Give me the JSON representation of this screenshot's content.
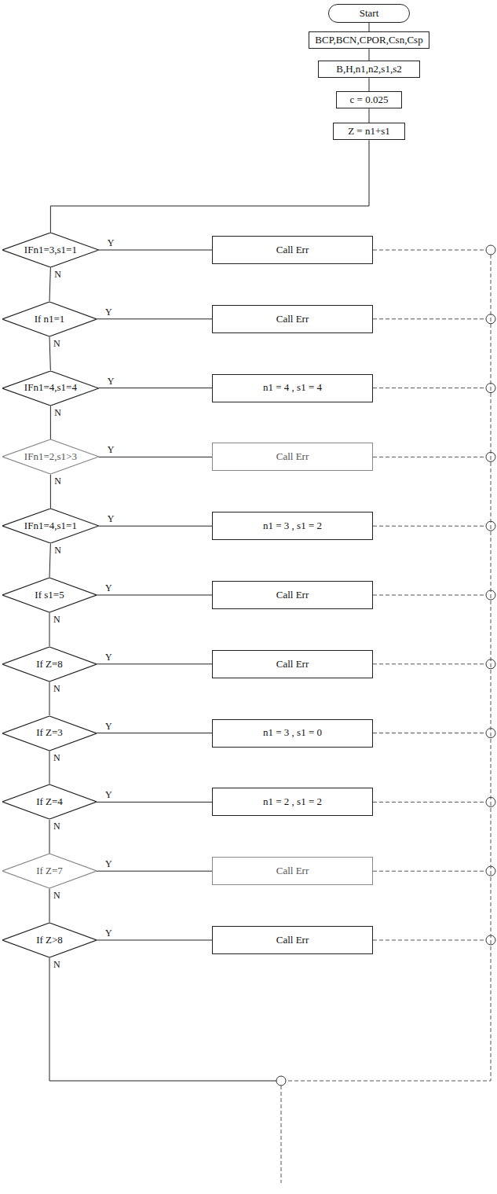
{
  "diagram": {
    "nodes": [
      {
        "text": [
          "Start"
        ]
      },
      {
        "text": [
          "BCP,BCN,CPOR,Csn,Csp"
        ]
      },
      {
        "text": [
          "B,H,n1,n2,s1,s2"
        ]
      },
      {
        "text": [
          "c = 0.025"
        ]
      },
      {
        "text": [
          "Z = n1+s1"
        ]
      },
      {
        "text": [
          "IFn1=3,s1=1"
        ]
      },
      {
        "text": [
          "Call Err"
        ]
      },
      {
        "text": [
          "If n1=1"
        ]
      },
      {
        "text": [
          "Call Err"
        ]
      },
      {
        "text": [
          "IFn1=4,s1=4"
        ]
      },
      {
        "text": [
          "n1 = 4 , s1 = 4"
        ]
      },
      {
        "text": [
          "IFn1=2,s1>3"
        ]
      },
      {
        "text": [
          "Call Err"
        ]
      },
      {
        "text": [
          "IFn1=4,s1=1"
        ]
      },
      {
        "text": [
          "n1 = 3 , s1 = 2"
        ]
      },
      {
        "text": [
          "If s1=5"
        ]
      },
      {
        "text": [
          "Call Err"
        ]
      },
      {
        "text": [
          "If Z=8"
        ]
      },
      {
        "text": [
          "Call Err"
        ]
      },
      {
        "text": [
          "If Z=3"
        ]
      },
      {
        "text": [
          "n1 = 3 , s1 = 0"
        ]
      },
      {
        "text": [
          "If Z=4"
        ]
      },
      {
        "text": [
          "n1 = 2 , s1 = 2"
        ]
      },
      {
        "text": [
          "If Z=7"
        ]
      },
      {
        "text": [
          "Call Err"
        ]
      },
      {
        "text": [
          "If Z>8"
        ]
      },
      {
        "text": [
          "Call Err"
        ]
      }
    ],
    "edges": [
      {
        "from": 0,
        "to": 1,
        "arrow": "none"
      },
      {
        "from": 1,
        "to": 2,
        "arrow": "none"
      },
      {
        "from": 2,
        "to": 3,
        "arrow": "none"
      },
      {
        "from": 3,
        "to": 4,
        "arrow": "none"
      },
      {
        "from": 4,
        "to": 5,
        "arrow": "none"
      },
      {
        "from": 5,
        "to": 6,
        "label": "Y",
        "arrow": "none"
      },
      {
        "from": 5,
        "to": 7,
        "label": "N",
        "arrow": "none"
      },
      {
        "from": 7,
        "to": 8,
        "label": "Y",
        "arrow": "none"
      },
      {
        "from": 7,
        "to": 9,
        "label": "N",
        "arrow": "none"
      },
      {
        "from": 9,
        "to": 10,
        "label": "Y",
        "arrow": "none"
      },
      {
        "from": 9,
        "to": 11,
        "label": "N",
        "arrow": "none"
      },
      {
        "from": 11,
        "to": 12,
        "label": "Y",
        "arrow": "none"
      },
      {
        "from": 11,
        "to": 13,
        "label": "N",
        "arrow": "none"
      },
      {
        "from": 13,
        "to": 14,
        "label": "Y",
        "arrow": "none"
      },
      {
        "from": 13,
        "to": 15,
        "label": "N",
        "arrow": "none"
      },
      {
        "from": 15,
        "to": 16,
        "label": "Y",
        "arrow": "none"
      },
      {
        "from": 15,
        "to": 17,
        "label": "N",
        "arrow": "none"
      },
      {
        "from": 17,
        "to": 18,
        "label": "Y",
        "arrow": "none"
      },
      {
        "from": 17,
        "to": 19,
        "label": "N",
        "arrow": "none"
      },
      {
        "from": 19,
        "to": 20,
        "label": "Y",
        "arrow": "none"
      },
      {
        "from": 19,
        "to": 21,
        "label": "N",
        "arrow": "none"
      },
      {
        "from": 21,
        "to": 22,
        "label": "Y",
        "arrow": "none"
      },
      {
        "from": 21,
        "to": 23,
        "label": "N",
        "arrow": "none"
      },
      {
        "from": 23,
        "to": 24,
        "label": "Y",
        "arrow": "none"
      },
      {
        "from": 23,
        "to": 25,
        "label": "N",
        "arrow": "none"
      },
      {
        "from": 25,
        "to": 26,
        "label": "Y",
        "arrow": "none"
      }
    ],
    "labels": [
      "N"
    ]
  }
}
